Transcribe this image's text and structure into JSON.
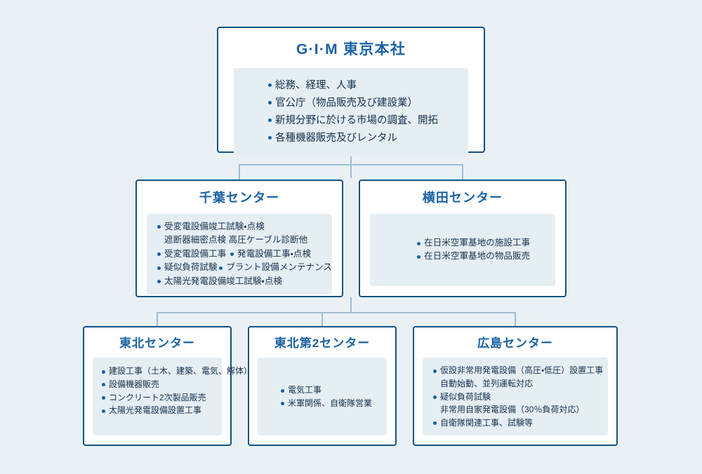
{
  "page": {
    "background_color": "#eaf1f5",
    "box_border_color": "#125384",
    "title_color": "#1a62a5",
    "text_color": "#16314d",
    "panel_color": "#e5eef3",
    "connector_color": "#9fbdd1"
  },
  "nodes": {
    "hq": {
      "title": "G·I·M 東京本社",
      "items": [
        "総務、経理、人事",
        "官公庁（物品販売及び建設業）",
        "新規分野に於ける市場の調査、開拓",
        "各種機器販売及びレンタル"
      ]
    },
    "chiba": {
      "title": "千葉センター",
      "items": [
        "受変電設備竣工試験・点検",
        "遮断器細密点検 高圧ケーブル診断他",
        "受変電設備工事",
        "発電設備工事・点検",
        "疑似負荷試験",
        "プラント設備メンテナンス",
        "太陽光発電設備竣工試験・点検"
      ]
    },
    "yokota": {
      "title": "横田センター",
      "items": [
        "在日米空軍基地の施設工事",
        "在日米空軍基地の物品販売"
      ]
    },
    "tohoku": {
      "title": "東北センター",
      "items": [
        "建設工事（土木、建築、電気、解体）",
        "設備機器販売",
        "コンクリート2次製品販売",
        "太陽光発電設備設置工事"
      ]
    },
    "tohoku2": {
      "title": "東北第2センター",
      "items": [
        "電気工事",
        "米軍関係、自衛隊営業"
      ]
    },
    "hiroshima": {
      "title": "広島センター",
      "items": [
        "仮設非常用発電設備（高圧・低圧）設置工事",
        "自動始動、並列運転対応",
        "疑似負荷試験",
        "非常用自家発電設備（30％負荷対応）",
        "自衛隊関連工事、試験等"
      ]
    }
  }
}
